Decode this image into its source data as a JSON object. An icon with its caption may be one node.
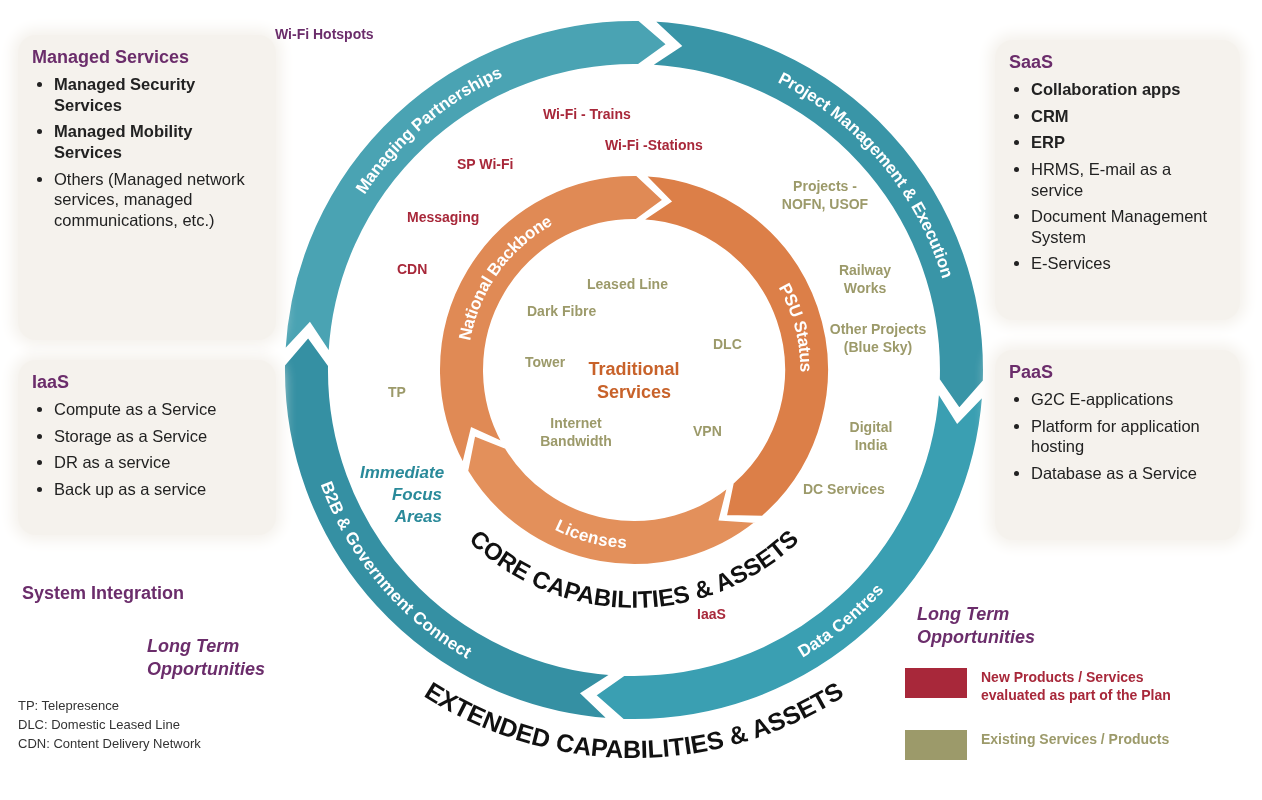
{
  "diagram": {
    "nodes": [
      {
        "text": [
          "Managed Services",
          "Managed Security Services",
          "Managed Mobility Services",
          "Others (Managed network services, managed communications, etc.)"
        ]
      },
      {
        "text": [
          "IaaS",
          "Compute as a Service",
          "Storage as a Service",
          "DR as a service",
          "Back up as a service"
        ]
      },
      {
        "text": [
          "SaaS",
          "Collaboration apps",
          "CRM",
          "ERP",
          "HRMS, E-mail as a service",
          "Document Management System",
          "E-Services"
        ]
      },
      {
        "text": [
          "PaaS",
          "G2C E-applications",
          "Platform for application hosting",
          "Database as a Service"
        ]
      },
      {
        "text": [
          "Managing Partnerships"
        ]
      },
      {
        "text": [
          "Project Management & Execution"
        ]
      },
      {
        "text": [
          "Data Centres"
        ]
      },
      {
        "text": [
          "B2B & Government Connect"
        ]
      },
      {
        "text": [
          "National Backbone"
        ]
      },
      {
        "text": [
          "PSU Status"
        ]
      },
      {
        "text": [
          "Licenses"
        ]
      }
    ],
    "labels": [
      "Wi-Fi Hotspots",
      "Wi-Fi - Trains",
      "Wi-Fi -Stations",
      "SP Wi-Fi",
      "Messaging",
      "CDN",
      "TP",
      "Projects - NOFN, USOF",
      "Railway Works",
      "Other Projects (Blue Sky)",
      "Digital India",
      "DC Services",
      "Leased Line",
      "Dark Fibre",
      "DLC",
      "Tower",
      "Traditional Services",
      "Internet Bandwidth",
      "VPN",
      "Immediate Focus Areas",
      "CORE CAPABILITIES & ASSETS",
      "IaaS",
      "EXTENDED CAPABILITIES & ASSETS",
      "System Integration",
      "Long Term Opportunities",
      "Long Term Opportunities",
      "TP: Telepresence",
      "DLC: Domestic Leased Line",
      "CDN: Content Delivery Network"
    ],
    "legend": [
      {
        "text": "New Products / Services evaluated as part of the Plan",
        "color": "#a8283a"
      },
      {
        "text": "Existing Services / Products",
        "color": "#9c9a6a"
      }
    ]
  }
}
